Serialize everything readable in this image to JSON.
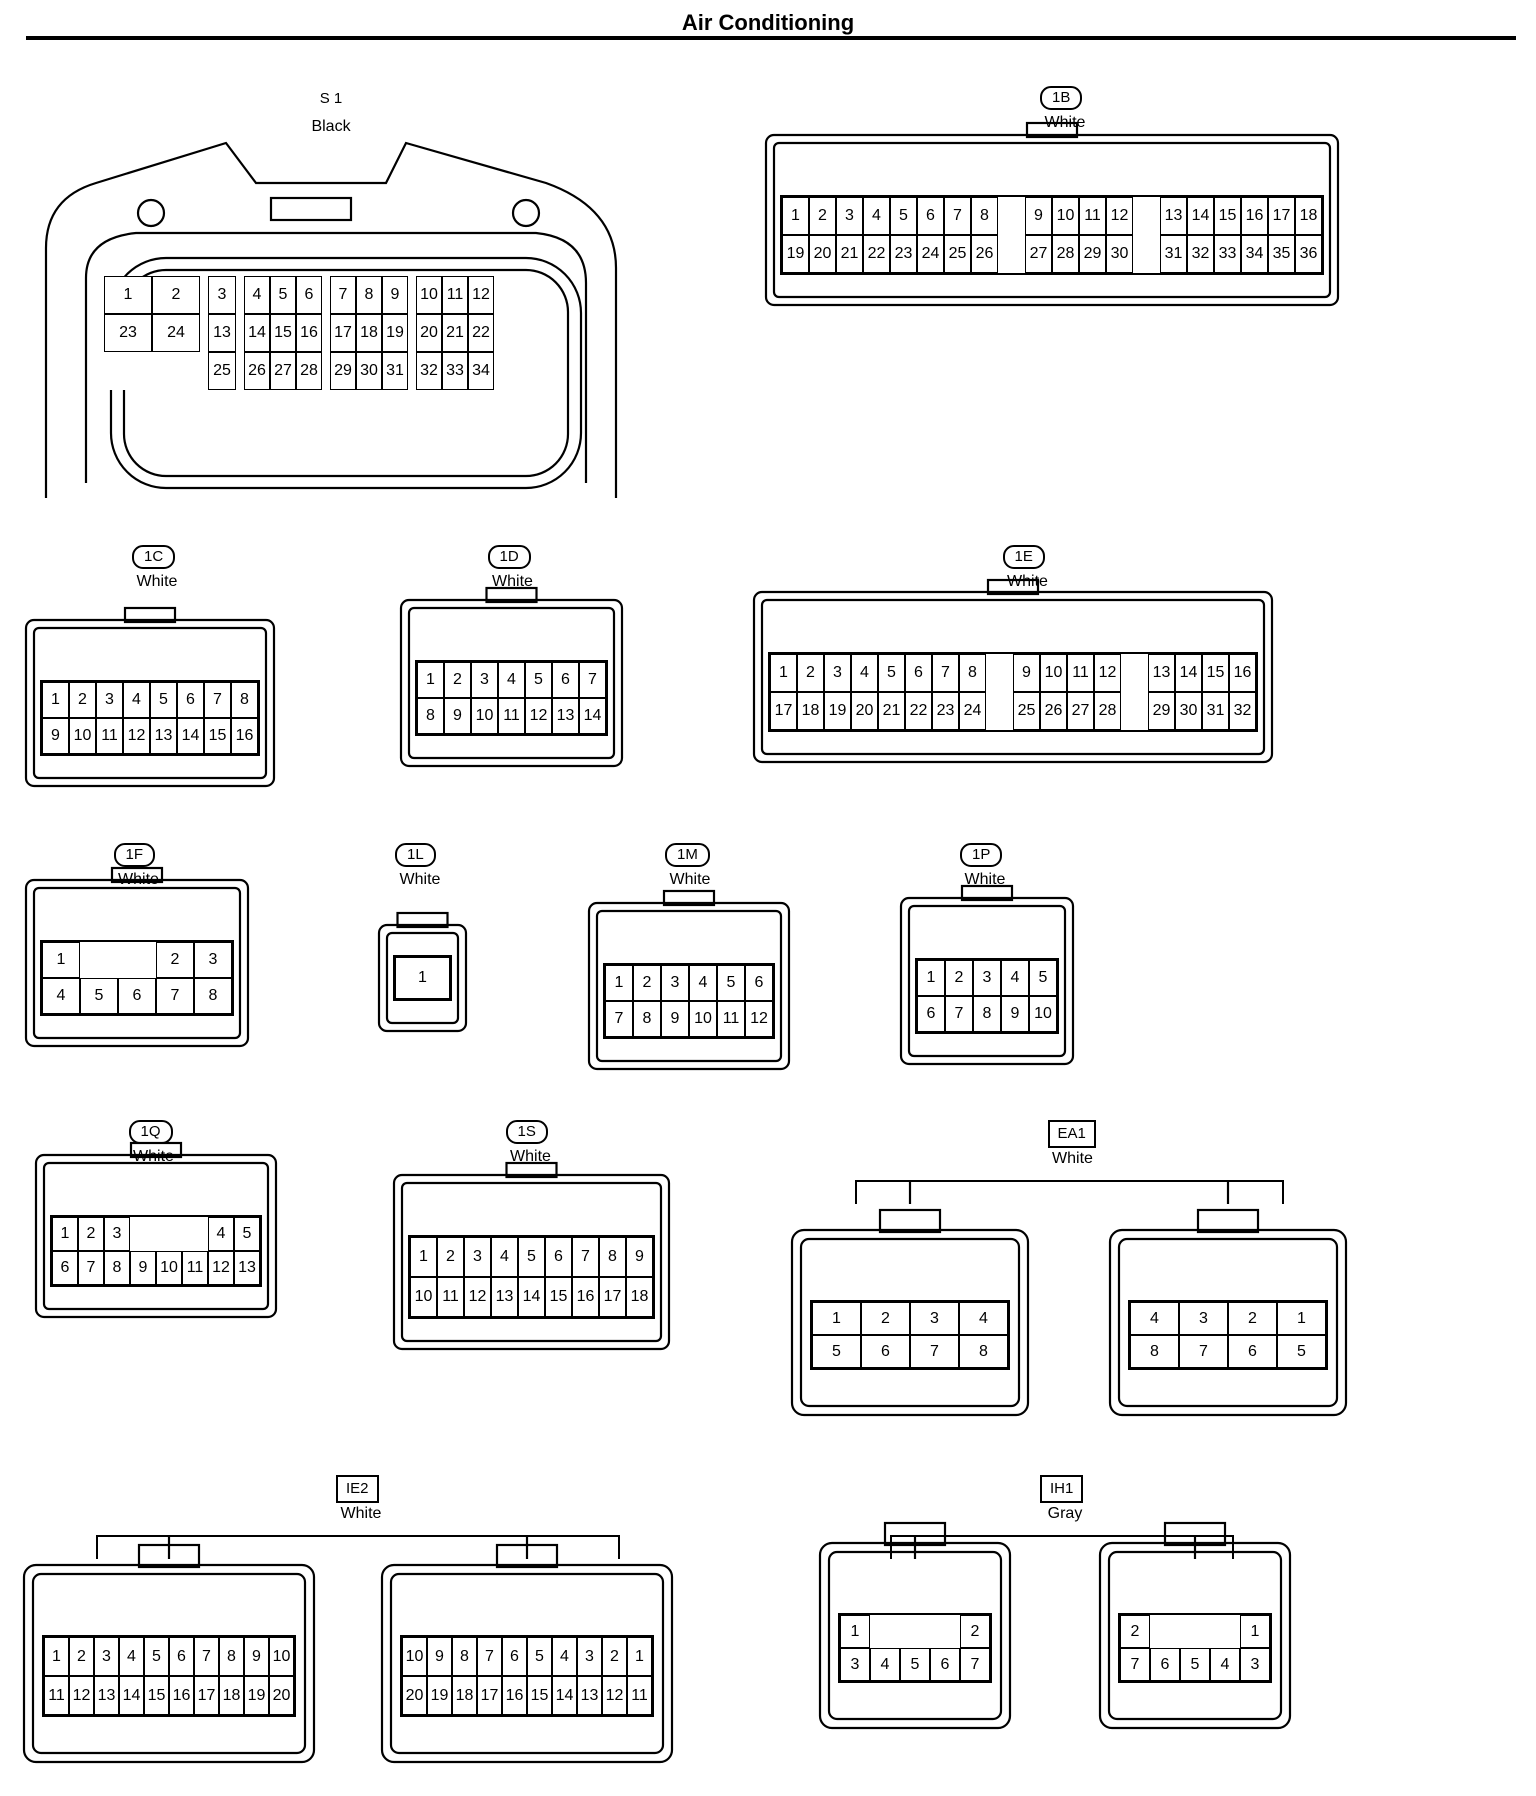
{
  "title": "Air Conditioning",
  "connectors": {
    "S1": {
      "code": "S 1",
      "color": "Black",
      "rows": [
        [
          "1",
          "2",
          "",
          "3",
          "",
          "4",
          "5",
          "6",
          "",
          "7",
          "8",
          "9",
          "",
          "10",
          "11",
          "12"
        ],
        [
          "23",
          "24",
          "",
          "13",
          "",
          "14",
          "15",
          "16",
          "",
          "17",
          "18",
          "19",
          "",
          "20",
          "21",
          "22"
        ],
        [
          "",
          "",
          "",
          "25",
          "",
          "26",
          "27",
          "28",
          "",
          "29",
          "30",
          "31",
          "",
          "32",
          "33",
          "34"
        ]
      ]
    },
    "1B": {
      "code": "1B",
      "color": "White",
      "rows": [
        [
          "1",
          "2",
          "3",
          "4",
          "5",
          "6",
          "7",
          "8",
          "",
          "9",
          "10",
          "11",
          "12",
          "",
          "13",
          "14",
          "15",
          "16",
          "17",
          "18"
        ],
        [
          "19",
          "20",
          "21",
          "22",
          "23",
          "24",
          "25",
          "26",
          "",
          "27",
          "28",
          "29",
          "30",
          "",
          "31",
          "32",
          "33",
          "34",
          "35",
          "36"
        ]
      ]
    },
    "1C": {
      "code": "1C",
      "color": "White",
      "rows": [
        [
          "1",
          "2",
          "3",
          "4",
          "5",
          "6",
          "7",
          "8"
        ],
        [
          "9",
          "10",
          "11",
          "12",
          "13",
          "14",
          "15",
          "16"
        ]
      ]
    },
    "1D": {
      "code": "1D",
      "color": "White",
      "rows": [
        [
          "1",
          "2",
          "3",
          "4",
          "5",
          "6",
          "7"
        ],
        [
          "8",
          "9",
          "10",
          "11",
          "12",
          "13",
          "14"
        ]
      ]
    },
    "1E": {
      "code": "1E",
      "color": "White",
      "rows": [
        [
          "1",
          "2",
          "3",
          "4",
          "5",
          "6",
          "7",
          "8",
          "",
          "9",
          "10",
          "11",
          "12",
          "",
          "13",
          "14",
          "15",
          "16"
        ],
        [
          "17",
          "18",
          "19",
          "20",
          "21",
          "22",
          "23",
          "24",
          "",
          "25",
          "26",
          "27",
          "28",
          "",
          "29",
          "30",
          "31",
          "32"
        ]
      ]
    },
    "1F": {
      "code": "1F",
      "color": "White",
      "rows": [
        [
          "1",
          "",
          "",
          "2",
          "3"
        ],
        [
          "4",
          "5",
          "6",
          "7",
          "8"
        ]
      ]
    },
    "1L": {
      "code": "1L",
      "color": "White",
      "rows": [
        [
          "1"
        ]
      ]
    },
    "1M": {
      "code": "1M",
      "color": "White",
      "rows": [
        [
          "1",
          "2",
          "3",
          "4",
          "5",
          "6"
        ],
        [
          "7",
          "8",
          "9",
          "10",
          "11",
          "12"
        ]
      ]
    },
    "1P": {
      "code": "1P",
      "color": "White",
      "rows": [
        [
          "1",
          "2",
          "3",
          "4",
          "5"
        ],
        [
          "6",
          "7",
          "8",
          "9",
          "10"
        ]
      ]
    },
    "1Q": {
      "code": "1Q",
      "color": "White",
      "rows": [
        [
          "1",
          "2",
          "3",
          "",
          "",
          "",
          "4",
          "5"
        ],
        [
          "6",
          "7",
          "8",
          "9",
          "10",
          "11",
          "12",
          "13"
        ]
      ]
    },
    "1S": {
      "code": "1S",
      "color": "White",
      "rows": [
        [
          "1",
          "2",
          "3",
          "4",
          "5",
          "6",
          "7",
          "8",
          "9"
        ],
        [
          "10",
          "11",
          "12",
          "13",
          "14",
          "15",
          "16",
          "17",
          "18"
        ]
      ]
    },
    "EA1": {
      "code": "EA1",
      "color": "White",
      "left": [
        [
          "1",
          "2",
          "3",
          "4"
        ],
        [
          "5",
          "6",
          "7",
          "8"
        ]
      ],
      "right": [
        [
          "4",
          "3",
          "2",
          "1"
        ],
        [
          "8",
          "7",
          "6",
          "5"
        ]
      ]
    },
    "IE2": {
      "code": "IE2",
      "color": "White",
      "left": [
        [
          "1",
          "2",
          "3",
          "4",
          "5",
          "6",
          "7",
          "8",
          "9",
          "10"
        ],
        [
          "11",
          "12",
          "13",
          "14",
          "15",
          "16",
          "17",
          "18",
          "19",
          "20"
        ]
      ],
      "right": [
        [
          "10",
          "9",
          "8",
          "7",
          "6",
          "5",
          "4",
          "3",
          "2",
          "1"
        ],
        [
          "20",
          "19",
          "18",
          "17",
          "16",
          "15",
          "14",
          "13",
          "12",
          "11"
        ]
      ]
    },
    "IH1": {
      "code": "IH1",
      "color": "Gray",
      "left": [
        [
          "1",
          "",
          "",
          "",
          "2"
        ],
        [
          "3",
          "4",
          "5",
          "6",
          "7"
        ]
      ],
      "right": [
        [
          "2",
          "",
          "",
          "",
          "1"
        ],
        [
          "7",
          "6",
          "5",
          "4",
          "3"
        ]
      ]
    }
  }
}
